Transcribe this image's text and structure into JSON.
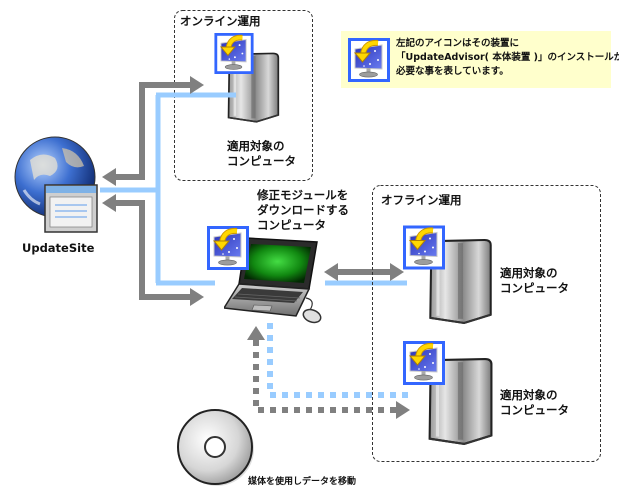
{
  "online": {
    "title": "オンライン運用",
    "target_label": [
      "適用対象の",
      "コンピュータ"
    ]
  },
  "note": {
    "lines": [
      "左記のアイコンはその装置に",
      "「UpdateAdvisor( 本体装置 )」のインストールが",
      "必要な事を表しています。"
    ]
  },
  "update_site": {
    "label": "UpdateSite"
  },
  "download_pc": {
    "label": [
      "修正モジュールを",
      "ダウンロードする",
      "コンピュータ"
    ]
  },
  "offline": {
    "title": "オフライン運用",
    "targets": [
      {
        "label": [
          "適用対象の",
          "コンピュータ"
        ]
      },
      {
        "label": [
          "適用対象の",
          "コンピュータ"
        ]
      }
    ]
  },
  "media": {
    "label": "媒体を使用しデータを移動"
  },
  "icons": {
    "update_advisor": "update-advisor-icon",
    "server": "server-tower-icon",
    "laptop": "laptop-icon",
    "globe": "globe-icon",
    "browser": "browser-window-icon",
    "disc": "cd-disc-icon"
  },
  "colors": {
    "network_line": "#99CCFF",
    "data_flow_arrow": "#808080",
    "icon_frame": "#3366FF",
    "note_background": "#FFFFCC",
    "group_border": "#333333"
  }
}
